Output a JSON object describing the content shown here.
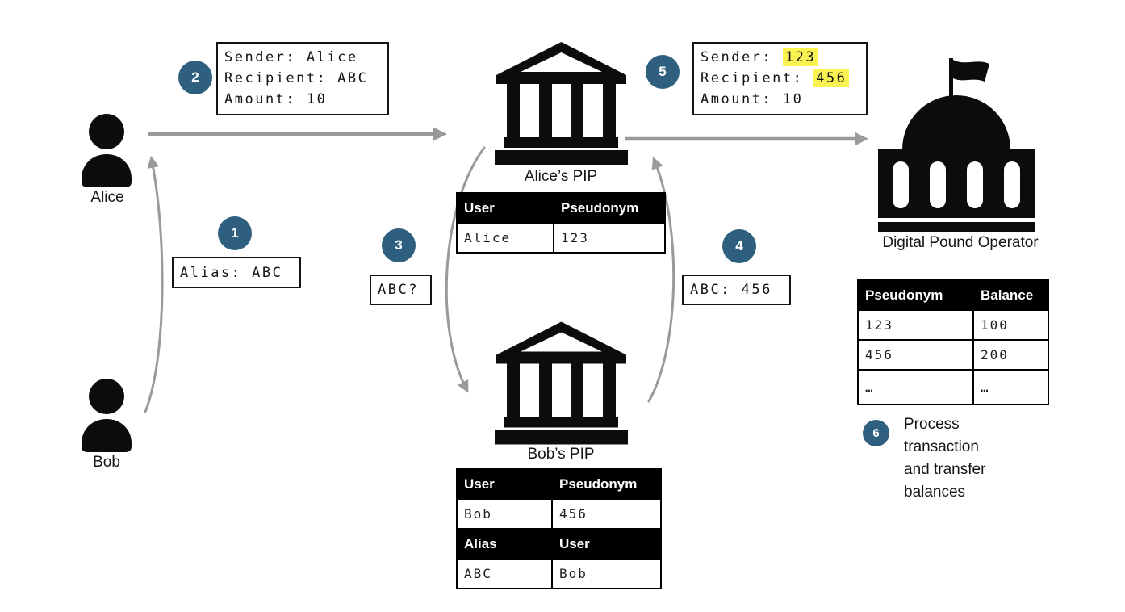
{
  "colors": {
    "step_circle": "#2E5F7E",
    "arrow": "#9A9A9A",
    "highlight": "#FAF251",
    "table_header_bg": "#000000",
    "table_header_text": "#FFFFFF"
  },
  "actors": {
    "alice": {
      "label": "Alice"
    },
    "bob": {
      "label": "Bob"
    },
    "alice_pip": {
      "label": "Alice’s PIP"
    },
    "bob_pip": {
      "label": "Bob’s PIP"
    },
    "dpo": {
      "label": "Digital Pound Operator"
    }
  },
  "steps": {
    "s1": {
      "num": "1",
      "box": "Alias: ABC"
    },
    "s2": {
      "num": "2",
      "lines": [
        {
          "label": "Sender: ",
          "value": "Alice",
          "highlighted": false
        },
        {
          "label": "Recipient: ",
          "value": "ABC",
          "highlighted": false
        },
        {
          "label": "Amount: ",
          "value": "10",
          "highlighted": false
        }
      ]
    },
    "s3": {
      "num": "3",
      "box": "ABC?"
    },
    "s4": {
      "num": "4",
      "box": "ABC: 456"
    },
    "s5": {
      "num": "5",
      "lines": [
        {
          "label": "Sender: ",
          "value": "123",
          "highlighted": true
        },
        {
          "label": "Recipient: ",
          "value": "456",
          "highlighted": true
        },
        {
          "label": "Amount: ",
          "value": "10",
          "highlighted": false
        }
      ]
    },
    "s6": {
      "num": "6",
      "text": "Process transaction and transfer balances"
    }
  },
  "tables": {
    "alice_pip": {
      "headers": [
        "User",
        "Pseudonym"
      ],
      "rows": [
        [
          "Alice",
          "123"
        ]
      ]
    },
    "bob_pip_users": {
      "headers": [
        "User",
        "Pseudonym"
      ],
      "rows": [
        [
          "Bob",
          "456"
        ]
      ]
    },
    "bob_pip_aliases": {
      "headers": [
        "Alias",
        "User"
      ],
      "rows": [
        [
          "ABC",
          "Bob"
        ]
      ]
    },
    "dpo": {
      "headers": [
        "Pseudonym",
        "Balance"
      ],
      "rows": [
        [
          "123",
          "100"
        ],
        [
          "456",
          "200"
        ],
        [
          "…",
          "…"
        ]
      ]
    }
  }
}
